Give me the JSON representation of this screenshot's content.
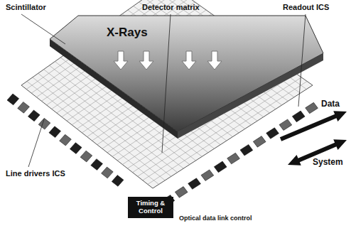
{
  "diagram": {
    "nodes": [
      {
        "text": [
          "Timing & Control"
        ]
      }
    ],
    "labels": [
      "Scintillator",
      "Detector matrix",
      "Readout ICS",
      "X-Rays",
      "Data",
      "System",
      "Line drivers ICS",
      "Optical data link control"
    ]
  }
}
